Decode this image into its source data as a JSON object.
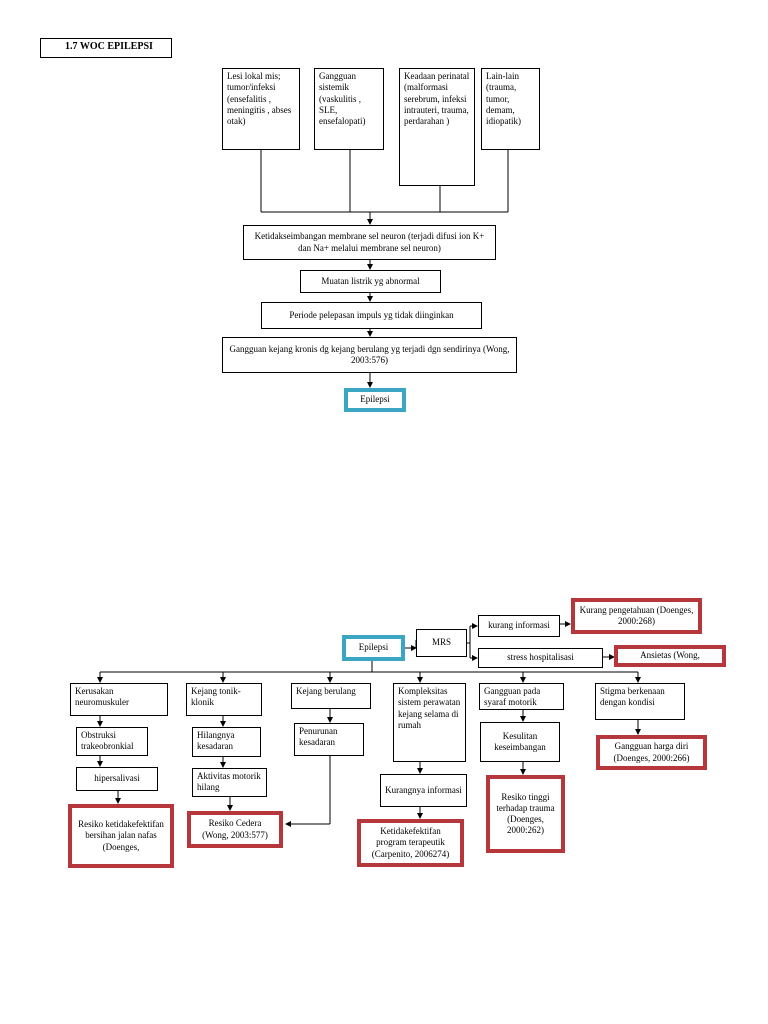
{
  "title": "1.7 WOC EPILEPSI",
  "top": {
    "causes": [
      "Lesi lokal mis; tumor/infeksi (ensefalitis , meningitis , abses otak)",
      "Gangguan sistemik (vaskulitis , SLE, ensefalopati)",
      "Keadaan perinatal (malformasi serebrum, infeksi intrauteri, trauma, perdarahan )",
      "Lain-lain (trauma, tumor, demam, idiopatik)"
    ],
    "chain": [
      "Ketidakseimbangan membrane sel neuron (terjadi difusi ion K+ dan Na+ melalui membrane sel neuron)",
      "Muatan listrik yg abnormal",
      "Periode pelepasan impuls yg tidak diinginkan",
      "Gangguan kejang kronis dg kejang berulang yg terjadi dgn sendirinya (Wong, 2003:576)"
    ],
    "result": "Epilepsi"
  },
  "bottom": {
    "root": "Epilepsi",
    "mrs": "MRS",
    "kurang_informasi": "kurang informasi",
    "kurang_pengetahuan": "Kurang pengetahuan (Doenges, 2000:268)",
    "stress": "stress hospitalisasi",
    "ansietas": "Ansietas (Wong,",
    "kerusakan": "Kerusakan neuromuskuler",
    "obstruksi": "Obstruksi trakeobronkial",
    "hipersalivasi": "hipersalivasi",
    "resiko_jalan_nafas": "Resiko ketidakefektifan bersihan jalan nafas (Doenges,",
    "kejang_tonik": "Kejang tonik-klonik",
    "hilangnya": "Hilangnya kesadaran",
    "aktivitas": "Aktivitas motorik hilang",
    "resiko_cedera": "Resiko Cedera (Wong, 2003:577)",
    "kejang_berulang": "Kejang berulang",
    "penurunan": "Penurunan kesadaran",
    "kompleksitas": "Kompleksitas sistem perawatan kejang selama di rumah",
    "kurangnya_informasi": "Kurangnya informasi",
    "ketidakefektifan_program": "Ketidakefektifan program terapeutik (Carpenito, 2006274)",
    "gangguan_saraf": "Gangguan pada syaraf motorik",
    "kesulitan": "Kesulitan keseimbangan",
    "resiko_trauma": "Resiko tinggi terhadap trauma (Doenges, 2000:262)",
    "stigma": "Stigma berkenaan dengan kondisi",
    "harga_diri": "Gangguan harga diri (Doenges, 2000:266)"
  }
}
